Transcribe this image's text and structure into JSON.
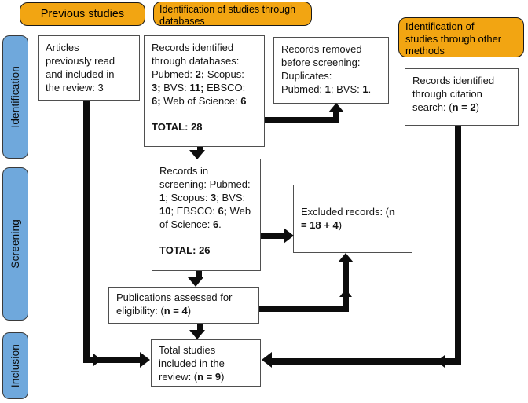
{
  "colors": {
    "orange": "#F2A512",
    "blue": "#6FA8DC",
    "arrow": "#0D0D0D",
    "box_border": "#4F4F4F"
  },
  "pills": {
    "previous_studies": "Previous studies",
    "databases": "Identification of studies through\ndatabases",
    "other_methods": "Identification of\nstudies through other\nmethods"
  },
  "sidebar": {
    "items": [
      {
        "label": "Identification"
      },
      {
        "label": "Screening"
      },
      {
        "label": "Inclusion"
      }
    ]
  },
  "boxes": {
    "articles": [
      {
        "t": "Articles\npreviously read\nand included in\nthe review: 3"
      }
    ],
    "identified_databases": [
      {
        "t": "Records identified\nthrough databases:\nPubmed: "
      },
      {
        "t": "2;",
        "b": true
      },
      {
        "t": " Scopus:\n"
      },
      {
        "t": "3;",
        "b": true
      },
      {
        "t": " BVS: "
      },
      {
        "t": "11;",
        "b": true
      },
      {
        "t": " EBSCO:\n"
      },
      {
        "t": "6;",
        "b": true
      },
      {
        "t": " Web of Science: "
      },
      {
        "t": "6",
        "b": true
      },
      {
        "t": "\n\n"
      },
      {
        "t": "TOTAL: 28",
        "b": true
      }
    ],
    "removed_before_screening": [
      {
        "t": "Records removed\nbefore screening:\nDuplicates:\nPubmed: "
      },
      {
        "t": "1",
        "b": true
      },
      {
        "t": "; BVS: "
      },
      {
        "t": "1",
        "b": true
      },
      {
        "t": "."
      }
    ],
    "citation_search": [
      {
        "t": "Records identified\nthrough citation\nsearch: ("
      },
      {
        "t": "n = 2",
        "b": true
      },
      {
        "t": ")"
      }
    ],
    "records_in_screening": [
      {
        "t": "Records in\nscreening: Pubmed:\n"
      },
      {
        "t": "1",
        "b": true
      },
      {
        "t": "; Scopus: "
      },
      {
        "t": "3",
        "b": true
      },
      {
        "t": "; BVS:\n"
      },
      {
        "t": "10",
        "b": true
      },
      {
        "t": "; EBSCO: "
      },
      {
        "t": "6;",
        "b": true
      },
      {
        "t": " Web\nof Science: "
      },
      {
        "t": "6",
        "b": true
      },
      {
        "t": ".\n\n"
      },
      {
        "t": "TOTAL: 26",
        "b": true
      }
    ],
    "excluded_records": [
      {
        "t": "Excluded records: ("
      },
      {
        "t": "n",
        "b": true
      },
      {
        "t": "\n"
      },
      {
        "t": "= 18 + 4",
        "b": true
      },
      {
        "t": ")"
      }
    ],
    "publications_assessed": [
      {
        "t": "Publications assessed for\neligibility: ("
      },
      {
        "t": "n = 4",
        "b": true
      },
      {
        "t": ")"
      }
    ],
    "total_studies": [
      {
        "t": "Total studies\nincluded in the\nreview: ("
      },
      {
        "t": "n = 9",
        "b": true
      },
      {
        "t": ")"
      }
    ]
  }
}
